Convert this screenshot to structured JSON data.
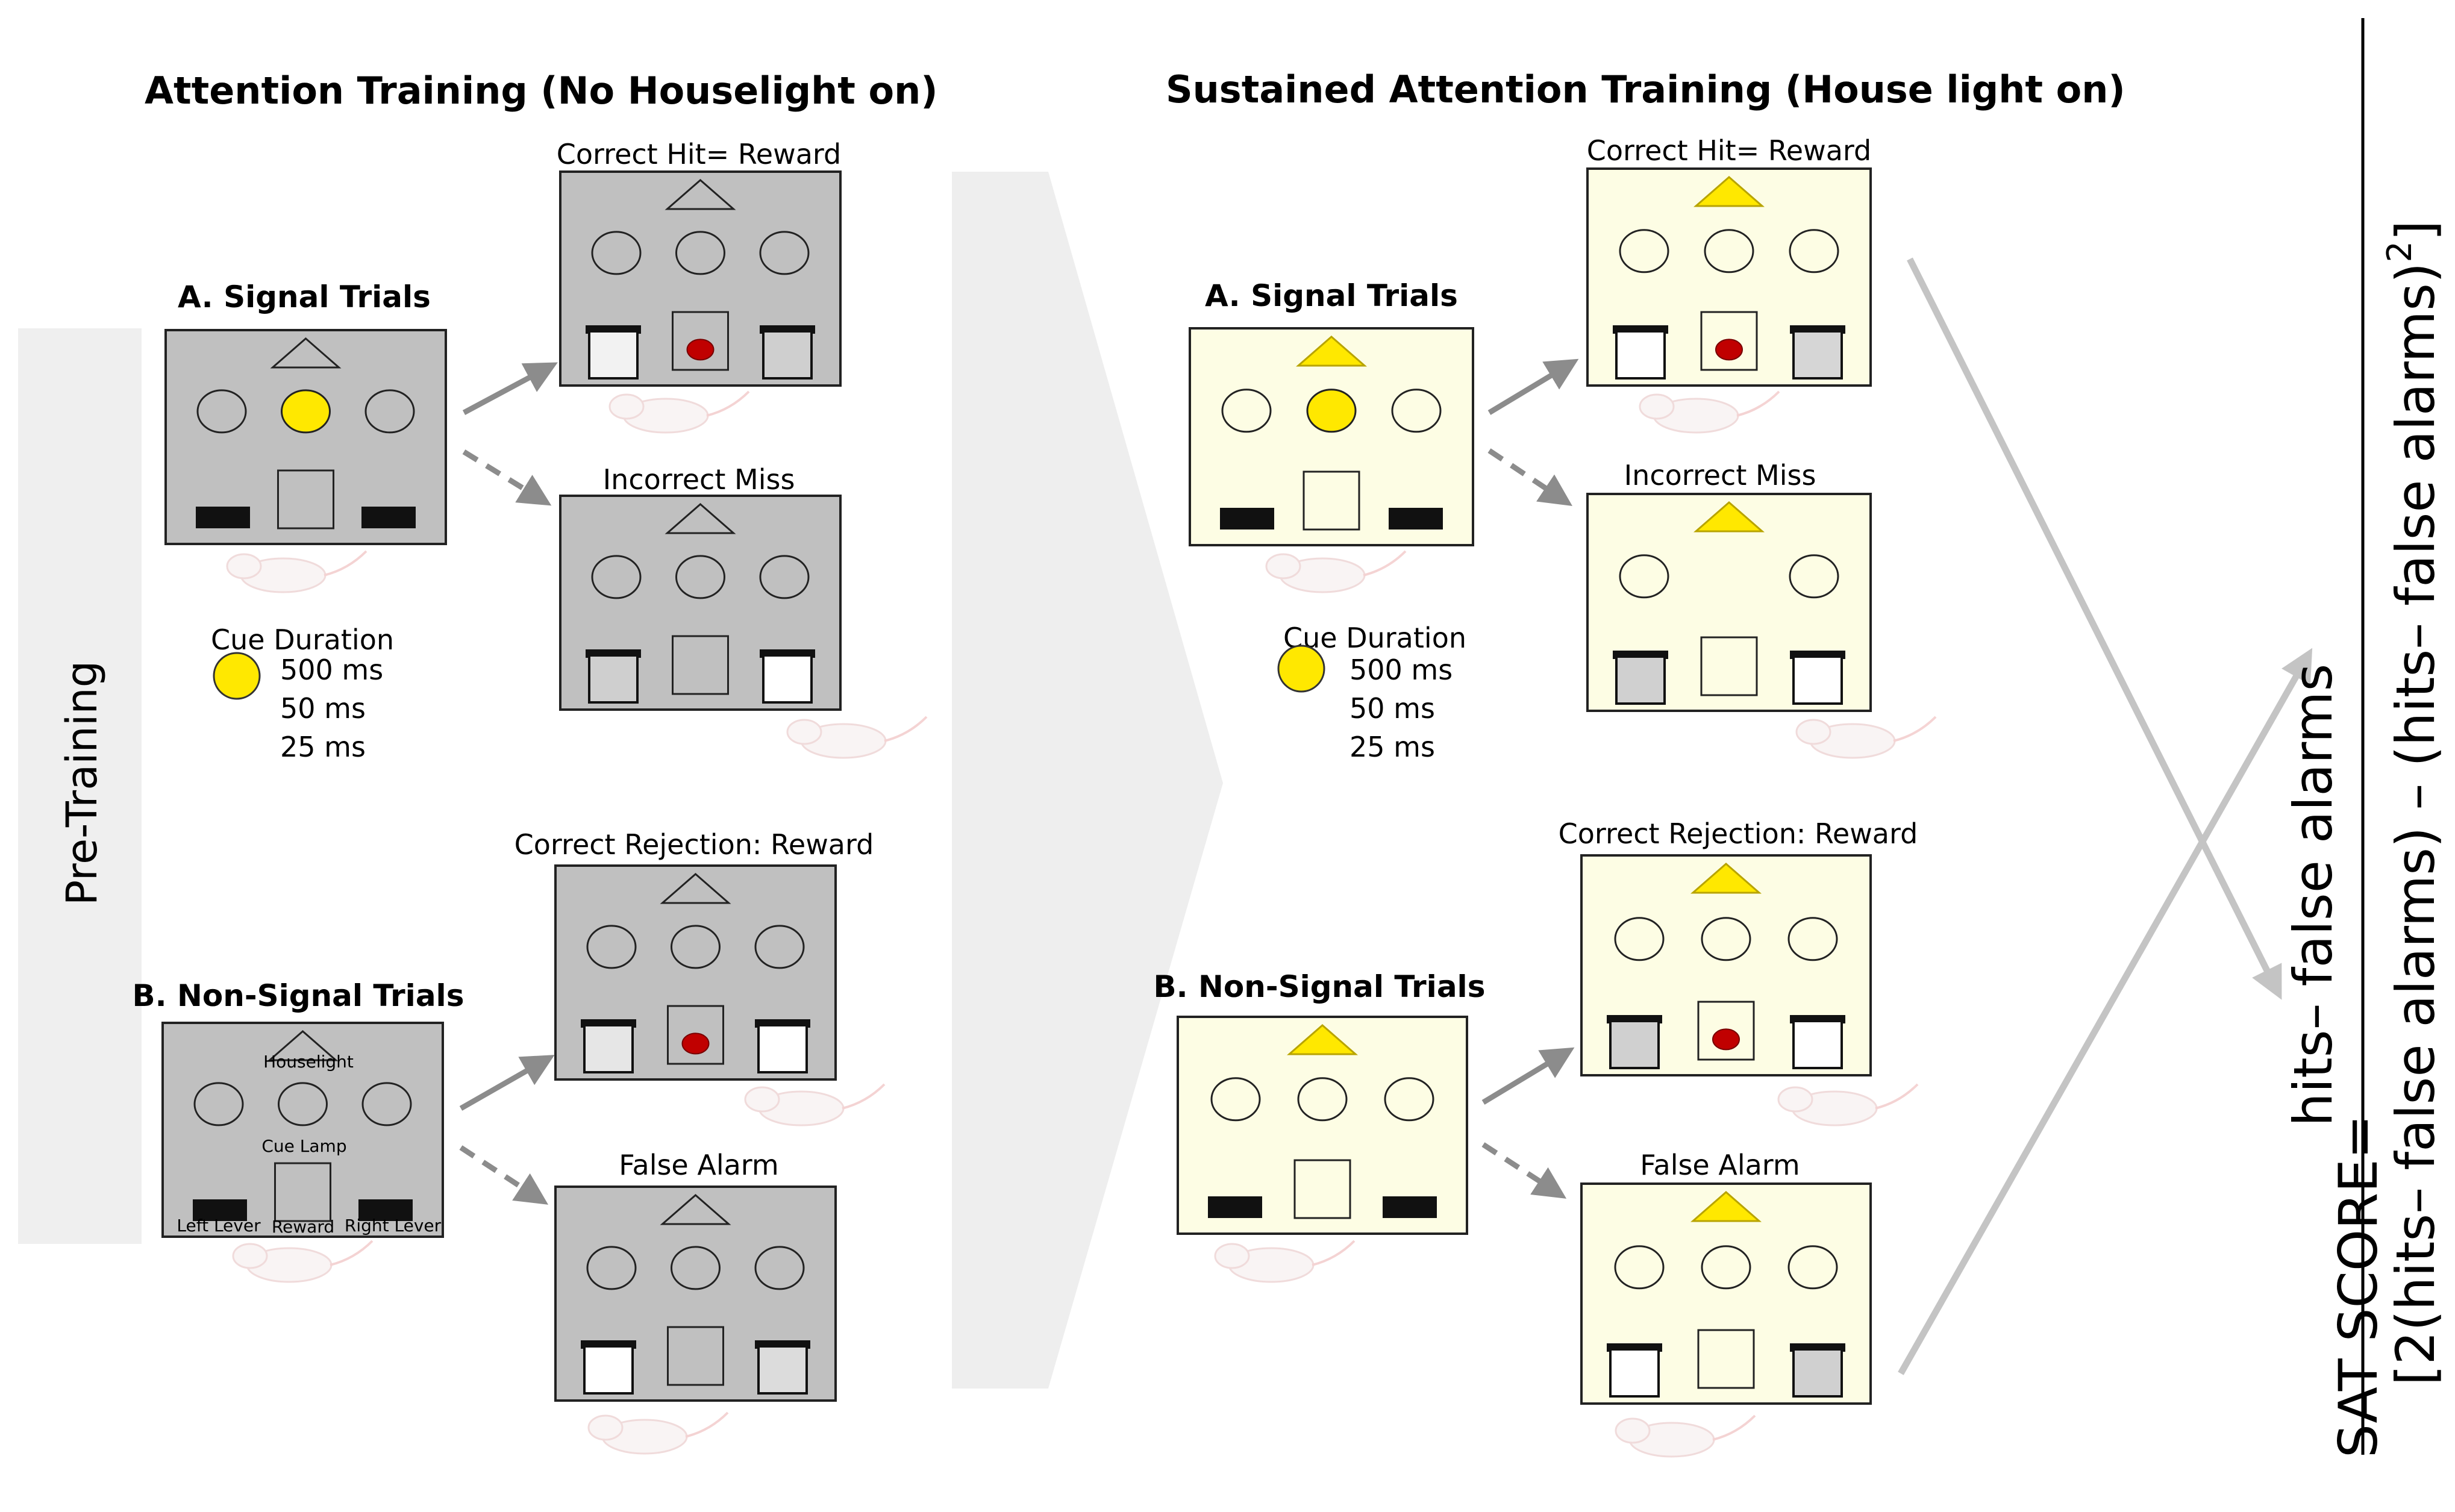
{
  "titles": {
    "left": "Attention Training (No Houselight on)",
    "right": "Sustained Attention Training  (House light on)"
  },
  "pretraining_label": "Pre-Training",
  "panels": {
    "signal_trials": "A. Signal Trials",
    "nonsignal_trials": "B. Non-Signal Trials"
  },
  "outcomes": {
    "correct_hit": "Correct Hit= Reward",
    "incorrect_miss": "Incorrect Miss",
    "correct_rejection": "Correct Rejection: Reward",
    "false_alarm": "False Alarm"
  },
  "cue_duration": {
    "label": "Cue Duration",
    "values": [
      "500 ms",
      "50 ms",
      "25 ms"
    ]
  },
  "chamber_labels": {
    "houselight": "Houselight",
    "cue_lamp": "Cue Lamp",
    "left_lever": "Left Lever",
    "reward": "Reward",
    "right_lever": "Right Lever"
  },
  "formula": {
    "prefix": "SAT SCORE=",
    "numerator": "hits– false alarms",
    "denominator_main": "[2(hits– false alarms) – (hits– false alarms)",
    "denominator_exp": "2",
    "denominator_end": "]"
  },
  "colors": {
    "dark_chamber": "#c0c0c0",
    "light_chamber": "#fdfde4",
    "cue_yellow": "#ffe800",
    "reward_red": "#c00000",
    "lever_black": "#111111",
    "arrow_gray": "#8c8c8c",
    "crossing_arrow": "#c4c4c4",
    "pretraining_band": "#efefef",
    "divider_chevron": "#eeeeee"
  }
}
